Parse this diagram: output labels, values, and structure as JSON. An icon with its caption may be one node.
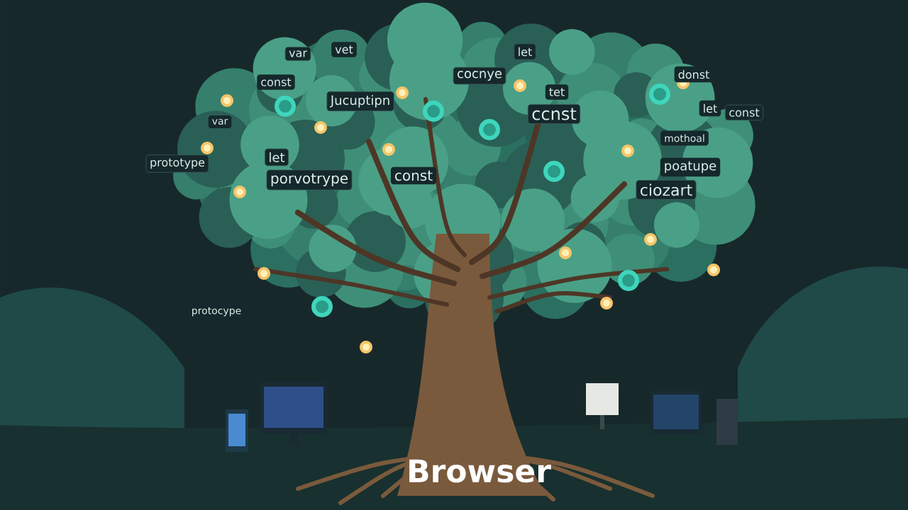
{
  "diagram": {
    "title": "Browser",
    "labels": [
      "var",
      "vet",
      "let",
      "const",
      "cocnye",
      "donst",
      "Jucuptipn",
      "tet",
      "ccnst",
      "let",
      "const",
      "var",
      "let",
      "mothoal",
      "prototype",
      "poatupe",
      "porvotrype",
      "const",
      "ciozart",
      "protocype"
    ]
  }
}
